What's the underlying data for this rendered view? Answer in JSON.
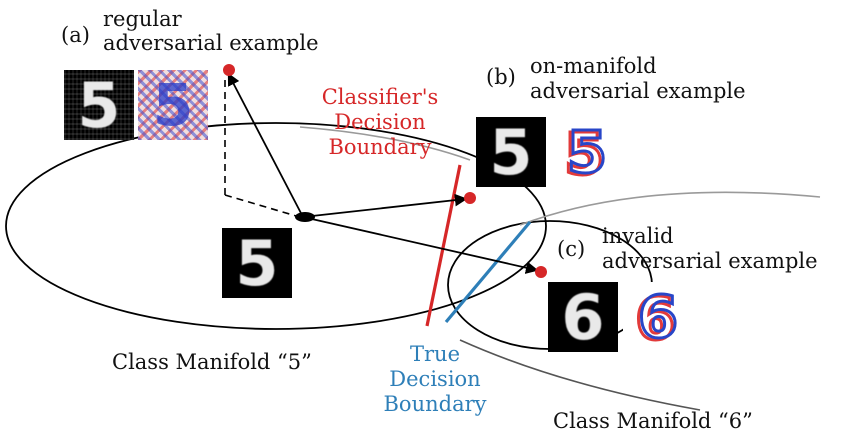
{
  "labels": {
    "a_letter": "(a)",
    "a_line1": "regular",
    "a_line2": "adversarial example",
    "b_letter": "(b)",
    "b_line1": "on-manifold",
    "b_line2": "adversarial example",
    "c_letter": "(c)",
    "c_line1": "invalid",
    "c_line2": "adversarial example",
    "classifier_line1": "Classifier's",
    "classifier_line2": "Decision",
    "classifier_line3": "Boundary",
    "true_line1": "True",
    "true_line2": "Decision",
    "true_line3": "Boundary",
    "manifold5": "Class Manifold “5”",
    "manifold6": "Class Manifold “6”"
  },
  "tiles": {
    "digit_a": "5",
    "digit_b": "5",
    "digit_center": "5",
    "digit_c": "6"
  },
  "colors": {
    "classifier_boundary": "#d62728",
    "true_boundary": "#2e7fb8",
    "adversarial_point": "#d62728",
    "curve": "#000000"
  }
}
